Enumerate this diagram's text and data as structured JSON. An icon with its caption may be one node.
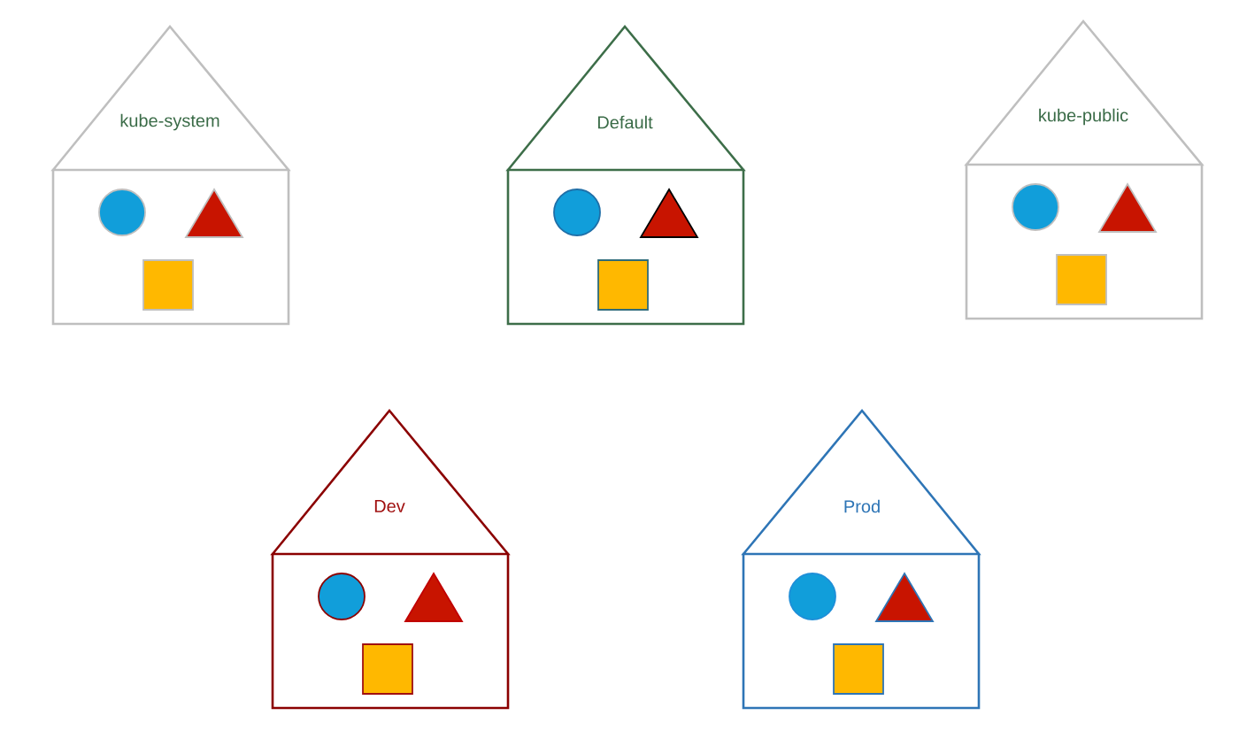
{
  "diagram": {
    "nodes": [
      {
        "text": [
          "kube-system"
        ]
      },
      {
        "text": [
          "Default"
        ]
      },
      {
        "text": [
          "kube-public"
        ]
      },
      {
        "text": [
          "Dev"
        ]
      },
      {
        "text": [
          "Prod"
        ]
      }
    ]
  }
}
